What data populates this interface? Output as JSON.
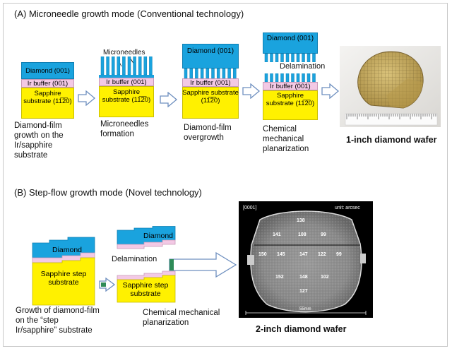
{
  "section_a": {
    "heading": "(A) Microneedle growth mode (Conventional technology)",
    "step1": {
      "diamond_label": "Diamond (001)",
      "ir_label": "Ir buffer (001)",
      "sapphire_label": "Sapphire substrate (11̅2̅0)",
      "caption": "Diamond-film growth on the Ir/sapphire substrate"
    },
    "step2": {
      "pointer_label": "Microneedles",
      "ir_label": "Ir buffer (001)",
      "sapphire_label": "Sapphire substrate (11̅2̅0)",
      "caption": "Microneedles formation"
    },
    "step3": {
      "diamond_label": "Diamond (001)",
      "ir_label": "Ir buffer (001)",
      "sapphire_label": "Sapphire substrate (11̅2̅0)",
      "caption": "Diamond-film overgrowth"
    },
    "step4": {
      "diamond_label": "Diamond (001)",
      "delamination_label": "Delamination",
      "ir_label": "Ir buffer (001)",
      "sapphire_label": "Sapphire substrate (11̅2̅0)",
      "caption": "Chemical mechanical planarization"
    },
    "result_caption": "1-inch diamond wafer"
  },
  "section_b": {
    "heading": "(B) Step-flow growth mode (Novel technology)",
    "step1": {
      "diamond_label": "Diamond",
      "sapphire_label": "Sapphire step substrate",
      "caption": "Growth of diamond-film on the “step Ir/sapphire” substrate"
    },
    "step2": {
      "diamond_label": "Diamond",
      "delamination_label": "Delamination",
      "sapphire_label": "Sapphire step substrate",
      "caption": "Chemical mechanical planarization"
    },
    "map": {
      "orientation_label": "[0001]",
      "unit_label": "unit: arcsec",
      "scale_label": "55mm",
      "values": [
        "138",
        "141",
        "108",
        "99",
        "150",
        "145",
        "147",
        "122",
        "99",
        "152",
        "148",
        "102",
        "127"
      ]
    },
    "result_caption": "2-inch diamond wafer"
  },
  "colors": {
    "diamond": "#1aa3de",
    "ir_buffer": "#f3c9e5",
    "sapphire": "#fff100",
    "arrow_stroke": "#6e8fbf"
  }
}
